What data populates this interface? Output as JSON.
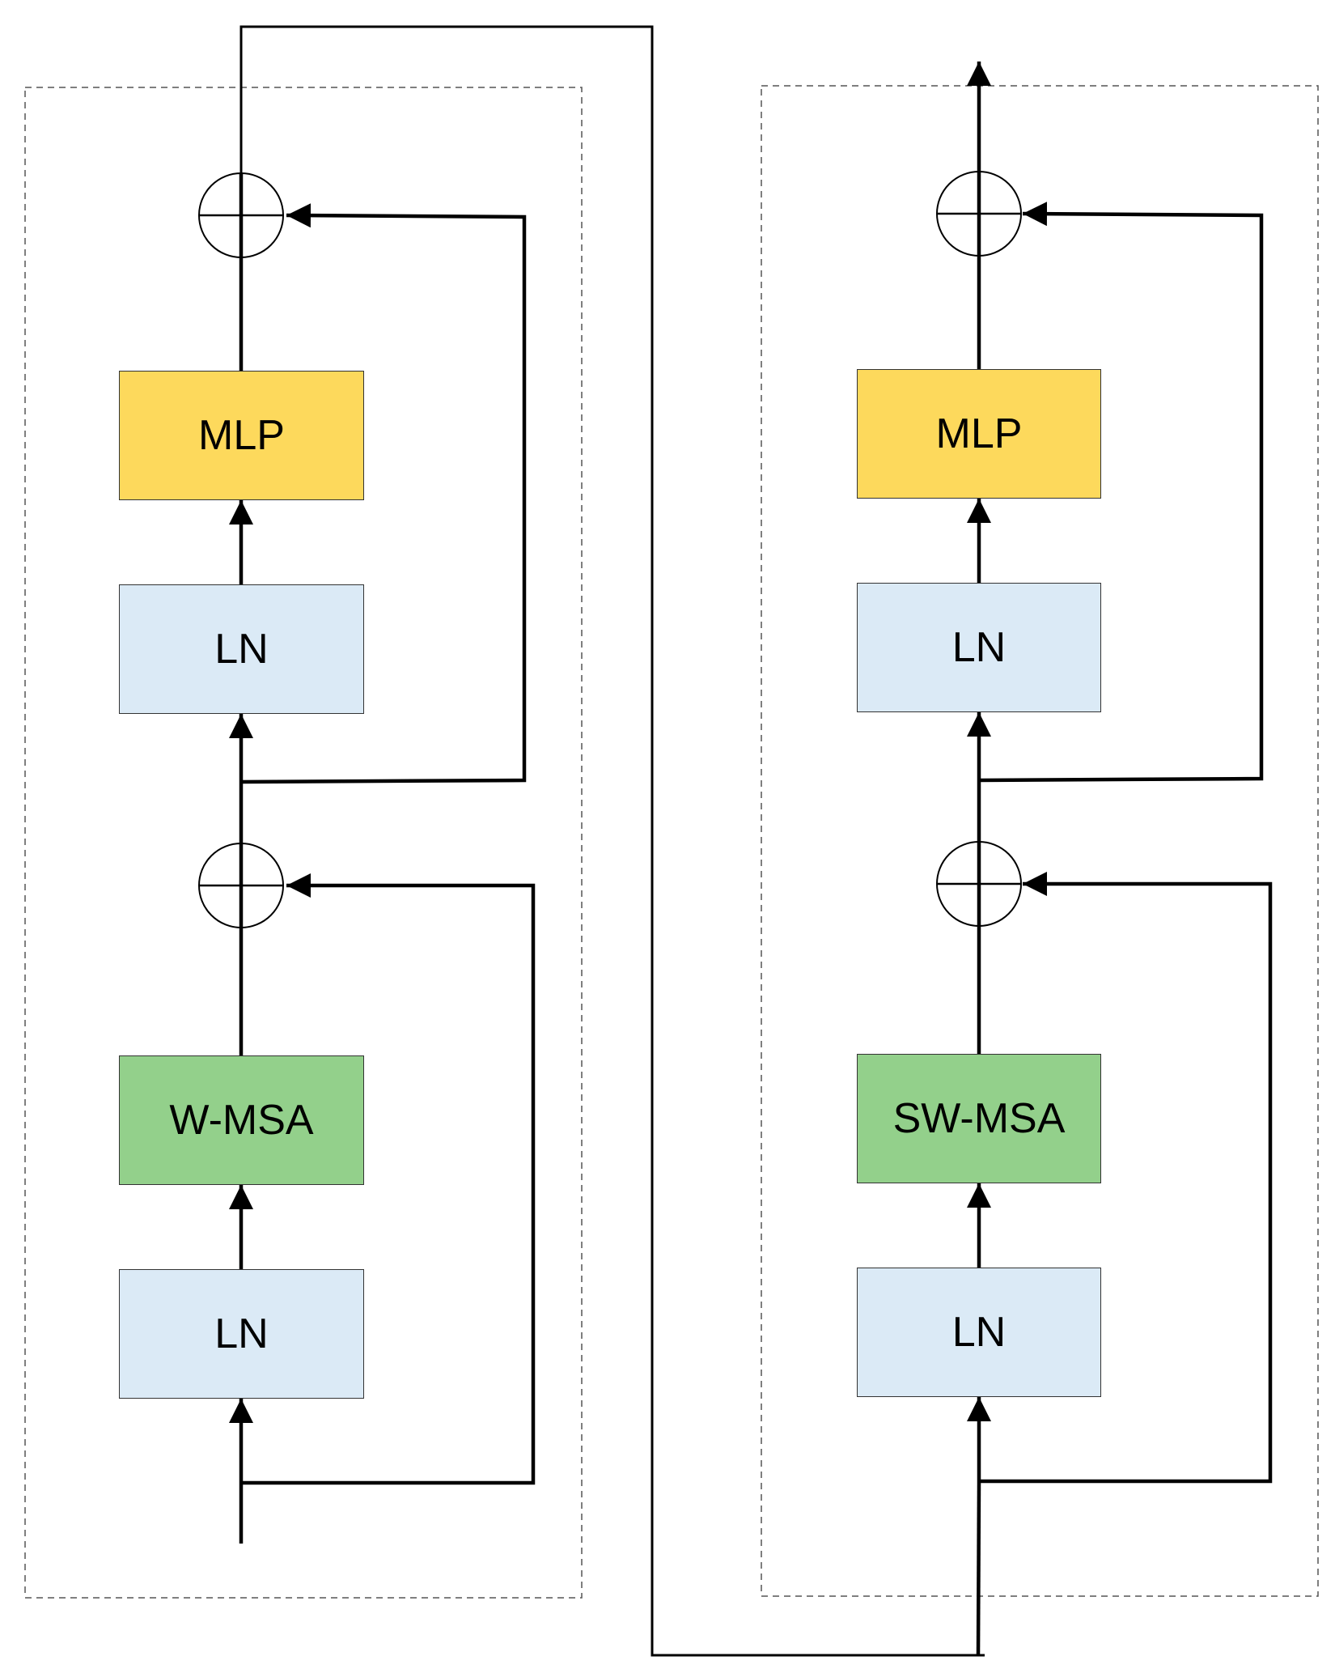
{
  "diagram": {
    "left_block": {
      "ln_bottom": "LN",
      "attention": "W-MSA",
      "ln_top": "LN",
      "mlp": "MLP"
    },
    "right_block": {
      "ln_bottom": "LN",
      "attention": "SW-MSA",
      "ln_top": "LN",
      "mlp": "MLP"
    }
  },
  "colors": {
    "ln_fill": "#dbeaf6",
    "attention_fill": "#93d08b",
    "mlp_fill": "#fdd95c",
    "line": "#000000",
    "box_border": "#333333"
  }
}
